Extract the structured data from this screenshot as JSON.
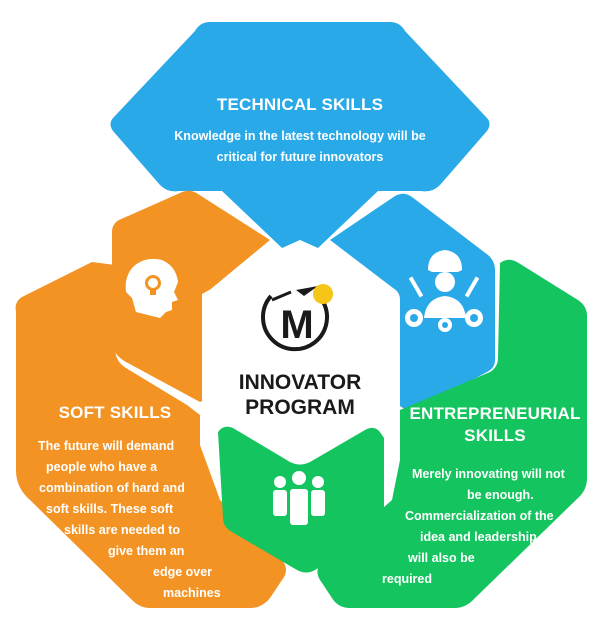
{
  "colors": {
    "technical": "#29a9e8",
    "soft": "#f39324",
    "entrepreneurial": "#14c45e",
    "center_text": "#1a1a1a",
    "logo_dot": "#f5c518"
  },
  "center": {
    "logo_icon": "m-rocket-logo-icon",
    "line1": "INNOVATOR",
    "line2": "PROGRAM"
  },
  "sections": {
    "technical": {
      "title": "TECHNICAL SKILLS",
      "line1": "Knowledge in the latest technology will be",
      "line2": "critical for future innovators",
      "icon": "engineer-gears-icon"
    },
    "soft": {
      "title": "SOFT SKILLS",
      "lines": [
        "The future will demand",
        "people who have a",
        "combination of hard and",
        "soft skills. These soft",
        "skills are needed to",
        "give them an",
        "edge over",
        "machines"
      ],
      "icon": "head-lightbulb-icon"
    },
    "entrepreneurial": {
      "title_line1": "ENTREPRENEURIAL",
      "title_line2": "SKILLS",
      "lines": [
        "Merely innovating will not",
        "be enough.",
        "Commercialization of the",
        "idea and leadership",
        "will also be",
        "required"
      ],
      "icon": "team-people-icon"
    }
  }
}
